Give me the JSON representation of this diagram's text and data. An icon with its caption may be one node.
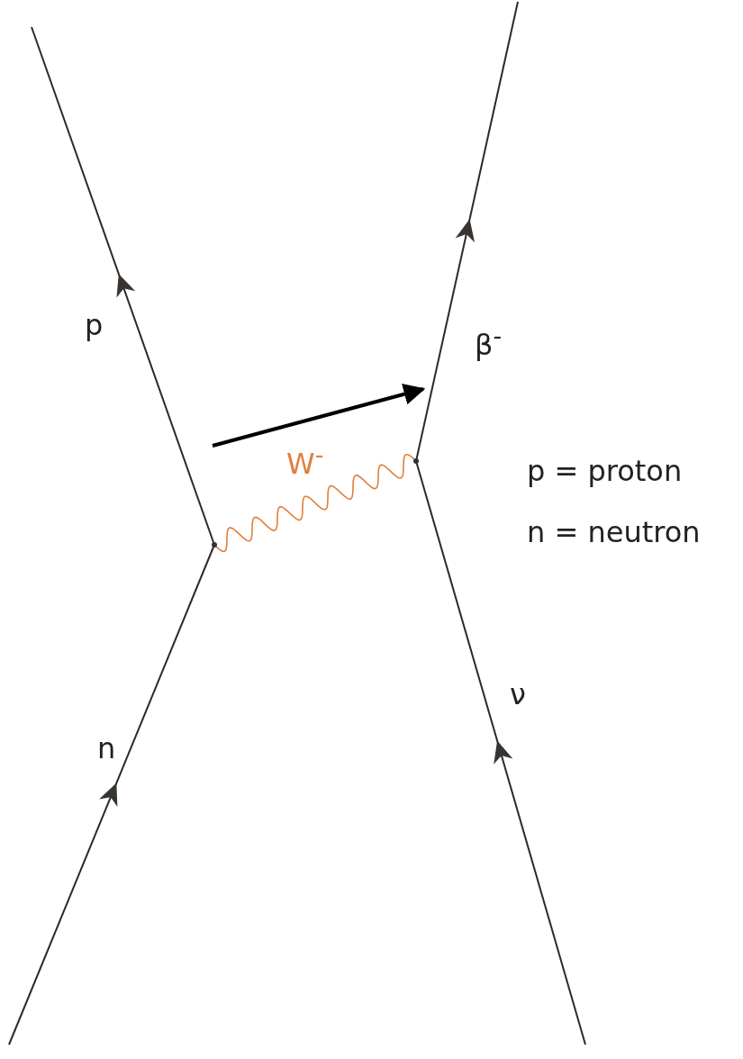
{
  "diagram": {
    "nodes": [
      {
        "text": [],
        "shape": "dot"
      },
      {
        "text": [],
        "shape": "dot"
      }
    ],
    "edges": [
      {
        "from": null,
        "to": 0,
        "arrow": "to",
        "label": "n"
      },
      {
        "from": 0,
        "to": null,
        "arrow": "to",
        "label": "p"
      },
      {
        "from": 0,
        "to": 1,
        "arrow": "none",
        "label": "W$^{-}$",
        "color": "#e0803c"
      },
      {
        "from": null,
        "to": 1,
        "arrow": "to",
        "label": "ν"
      },
      {
        "from": 1,
        "to": null,
        "arrow": "to",
        "label": "β$^{-}$"
      }
    ],
    "labels": [
      "p = proton",
      "n = neutron"
    ]
  }
}
